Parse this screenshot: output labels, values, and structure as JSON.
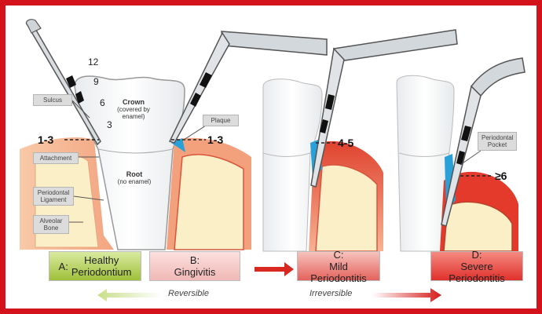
{
  "stages": [
    {
      "letter": "A:",
      "name_line1": "Healthy",
      "name_line2": "Periodontium",
      "color": "#9fc13a"
    },
    {
      "letter": "B:",
      "name_line1": "",
      "name_line2": "Gingivitis",
      "color": "#f0b8b6"
    },
    {
      "letter": "C:",
      "name_line1": "Mild",
      "name_line2": "Periodontitis",
      "color": "#e4625c"
    },
    {
      "letter": "D:",
      "name_line1": "Severe",
      "name_line2": "Periodontitis",
      "color": "#e0302b"
    }
  ],
  "probe_numbers": [
    "12",
    "9",
    "6",
    "3"
  ],
  "depths": {
    "a": "1-3",
    "b": "1-3",
    "c": "4-5",
    "d": "≥6"
  },
  "callouts": {
    "sulcus": "Sulcus",
    "attachment": "Attachment",
    "ligament": "Periodontal Ligament",
    "bone": "Alveolar Bone",
    "plaque": "Plaque",
    "pocket": "Periodontal Pocket"
  },
  "tooth_labels": {
    "crown": "Crown",
    "crown_note": "(covered by enamel)",
    "root": "Root",
    "root_note": "(no enamel)"
  },
  "arrows": {
    "reversible": "Reversible",
    "irreversible": "Irreversible"
  },
  "colors": {
    "frame": "#d3121c",
    "gum": "#f4b08e",
    "gum_dark": "#d9553c",
    "bone": "#fbefc8",
    "tooth": "#f7f7f7",
    "plaque": "#2aa0d8"
  }
}
